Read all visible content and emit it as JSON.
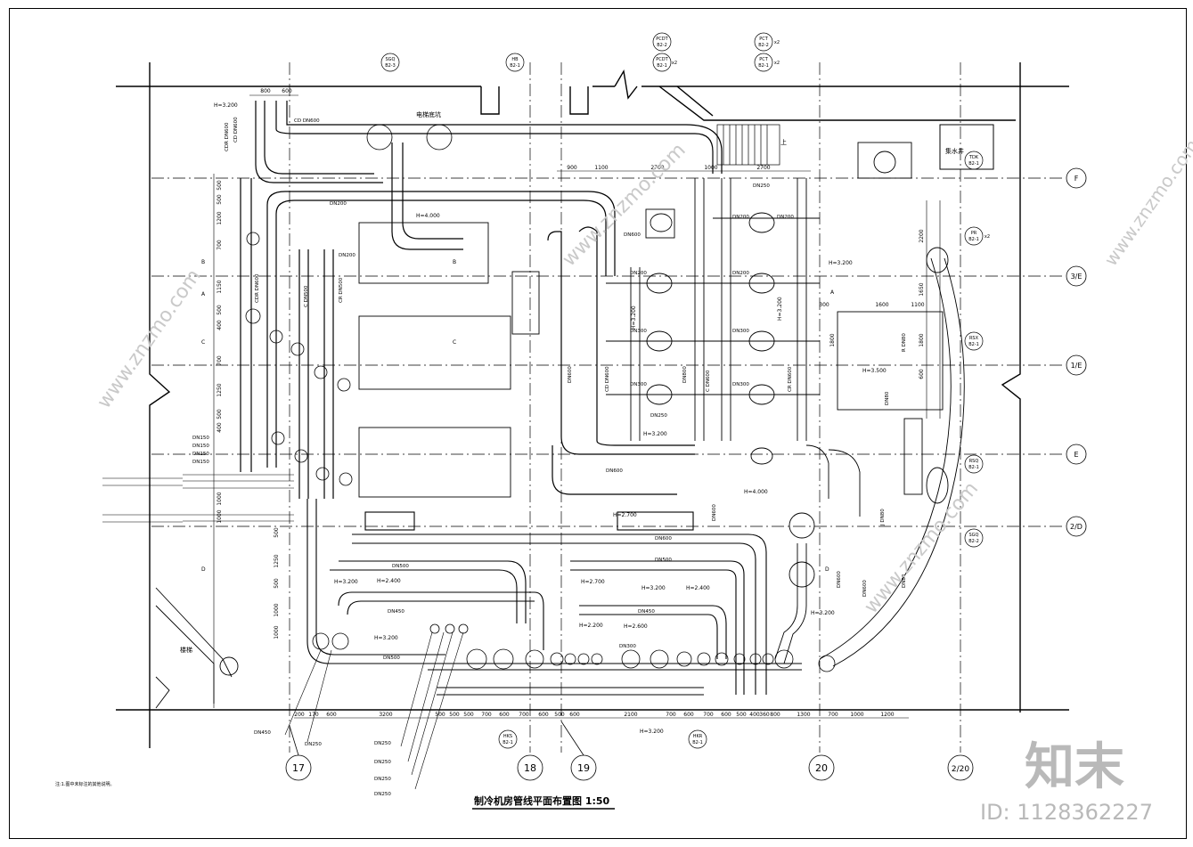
{
  "title": "制冷机房管线平面布置图 1:50",
  "note": "注:1.图中未标注的其他说明。",
  "grid_right": [
    "F",
    "3/E",
    "1/E",
    "E",
    "2/D"
  ],
  "grid_bottom": [
    "17",
    "18",
    "19",
    "20",
    "2/20"
  ],
  "tags_top": [
    {
      "line1": "SGQ",
      "line2": "B2-3"
    },
    {
      "line1": "HB",
      "line2": "B2-1"
    },
    {
      "line1": "PCDT",
      "line2": "B2-2"
    },
    {
      "line1": "PCDT",
      "line2": "B2-1",
      "mult": "x2"
    },
    {
      "line1": "PCT",
      "line2": "B2-2",
      "mult": "x2"
    },
    {
      "line1": "PCT",
      "line2": "B2-1",
      "mult": "x2"
    }
  ],
  "tags_right": [
    {
      "line1": "TDK",
      "line2": "B2-1"
    },
    {
      "line1": "PR",
      "line2": "B2-1",
      "mult": "x2"
    },
    {
      "line1": "RSX",
      "line2": "B2-1"
    },
    {
      "line1": "RSQ",
      "line2": "B2-1"
    },
    {
      "line1": "SGQ",
      "line2": "B2-2"
    }
  ],
  "tags_bottom": [
    {
      "line1": "HKS",
      "line2": "B2-1"
    },
    {
      "line1": "HKR",
      "line2": "B2-1"
    }
  ],
  "dims_top_left": [
    "800",
    "600"
  ],
  "dims_top_right": [
    "900",
    "1100",
    "2700",
    "1000",
    "2700"
  ],
  "dims_left": [
    "500",
    "500",
    "1200",
    "700",
    "1150",
    "500",
    "400",
    "700",
    "1250",
    "500",
    "400",
    "1000",
    "1000",
    "500",
    "1250",
    "500",
    "1000",
    "1000"
  ],
  "dims_bottom": [
    "200",
    "170",
    "600",
    "3200",
    "500",
    "500",
    "500",
    "700",
    "600",
    "700",
    "600",
    "500",
    "600",
    "2100",
    "700",
    "600",
    "700",
    "600",
    "500",
    "400",
    "360",
    "800",
    "1300",
    "700",
    "1000",
    "1200"
  ],
  "dims_right_mid": [
    "2200",
    "1650",
    "1800",
    "1800",
    "600",
    "1600",
    "1100",
    "300"
  ],
  "pipe_labels": [
    "CD DN600",
    "CDR DN600",
    "CD DN600",
    "CDR DN600",
    "C DN500",
    "CR DN500",
    "DN200",
    "DN200",
    "DN150",
    "DN150",
    "DN150",
    "DN150",
    "DN500",
    "DN450",
    "DN450",
    "DN500",
    "DN600",
    "DN600",
    "DN300",
    "DN250",
    "DN250",
    "DN250",
    "DN250",
    "DN250",
    "DN500",
    "DN450",
    "DN600",
    "DN600",
    "CD DN600",
    "CR DN600",
    "C DN600",
    "DN800",
    "DN600",
    "DN300",
    "DN300",
    "DN300",
    "DN300",
    "DN200",
    "DN200",
    "DN200",
    "DN200",
    "DN250",
    "DN250",
    "R DN80",
    "DN80",
    "J DN80",
    "DN80",
    "DN600",
    "DN600"
  ],
  "elevations": [
    "H=3.200",
    "H=4.000",
    "H=3.200",
    "H=3.200",
    "H=3.500",
    "H=3.200",
    "H=4.000",
    "H=2.700",
    "H=3.200",
    "H=3.200",
    "H=2.400",
    "H=2.700",
    "H=3.200",
    "H=2.400",
    "H=3.200",
    "H=2.200",
    "H=2.600",
    "H=3.200",
    "H=3.200"
  ],
  "labels_misc": [
    "电梯底坑",
    "上",
    "楼梯",
    "集水井",
    "A",
    "B",
    "C",
    "D",
    "A",
    "B",
    "C",
    "D"
  ],
  "watermark": {
    "brand": "知末",
    "id": "ID: 1128362227",
    "site": "www.znzmo.com"
  }
}
